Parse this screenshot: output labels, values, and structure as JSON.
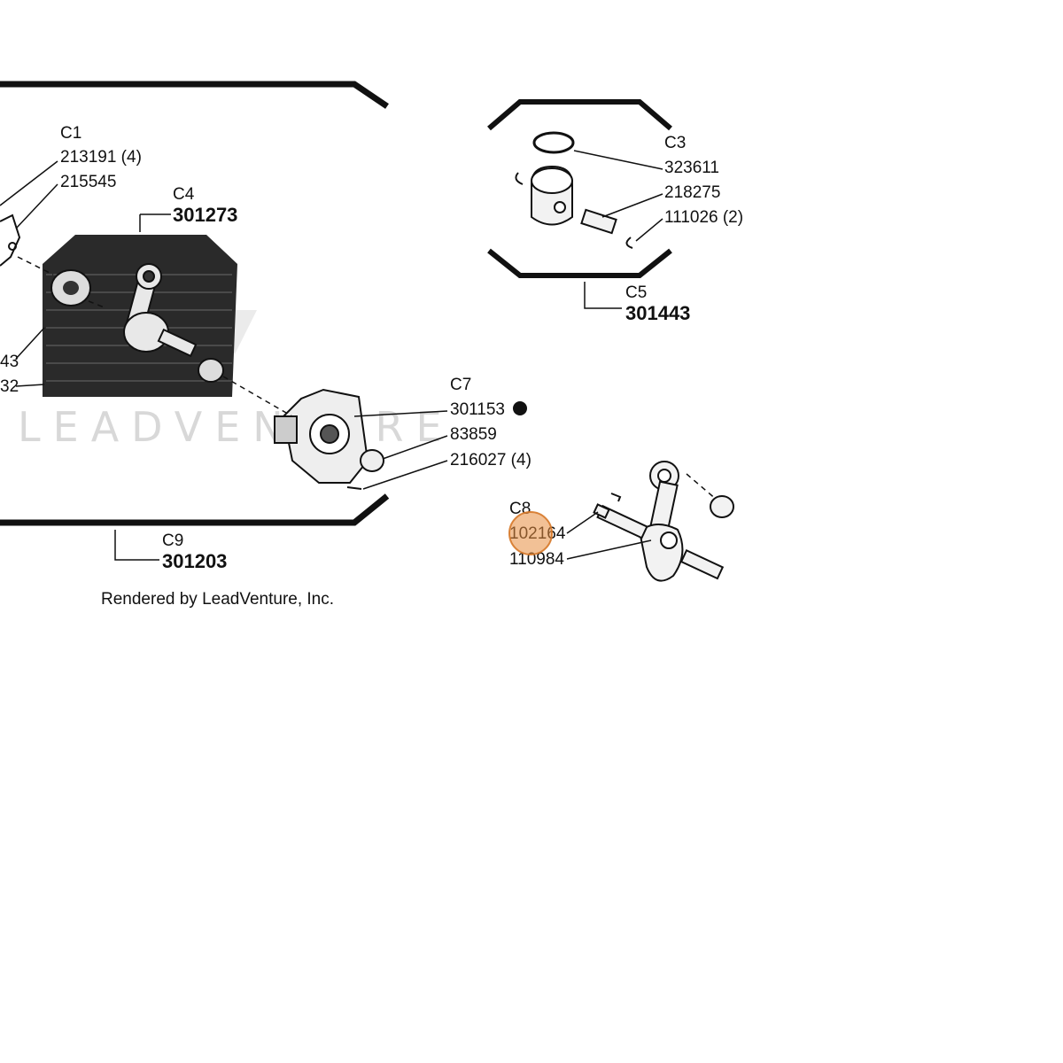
{
  "watermark": {
    "text": "LEADVENTURE"
  },
  "credit": "Rendered by LeadVenture, Inc.",
  "left_group": {
    "c1": {
      "ref": "C1",
      "parts": [
        "213191 (4)",
        "215545"
      ]
    },
    "c4": {
      "ref": "C4",
      "kit": "301273"
    },
    "partial_left": [
      "43",
      "32"
    ],
    "c7": {
      "ref": "C7",
      "parts": [
        "301153",
        "83859",
        "216027 (4)"
      ]
    },
    "c9": {
      "ref": "C9",
      "kit": "301203"
    }
  },
  "right_group": {
    "c3": {
      "ref": "C3",
      "parts": [
        "323611",
        "218275",
        "111026 (2)"
      ]
    },
    "c5": {
      "ref": "C5",
      "kit": "301443"
    }
  },
  "crankshaft": {
    "c8": {
      "ref": "C8",
      "parts": [
        "102164",
        "110984"
      ]
    }
  },
  "highlight": {
    "target": "102164"
  }
}
